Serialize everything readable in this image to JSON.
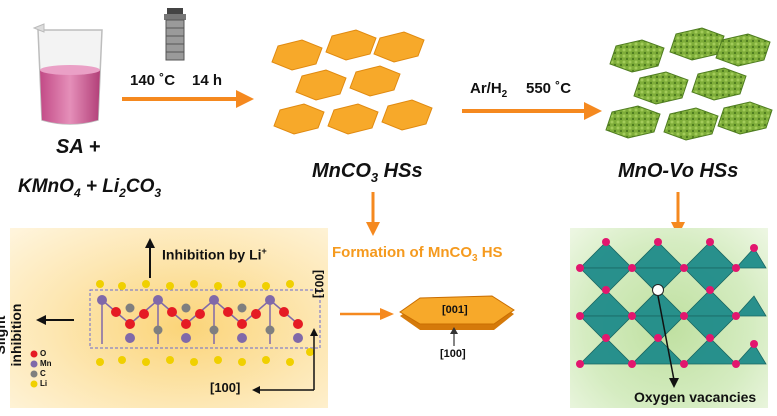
{
  "colors": {
    "arrow_orange": "#f5891f",
    "hex_orange": "#f7a92a",
    "hex_green": "#7fae3a",
    "panel_left_bg": "#fde7b3",
    "panel_right_bg": "#d5ecc1",
    "formation_text": "#f59a1e",
    "teal": "#1f8c8a",
    "magenta": "#e2166e",
    "oxygen": "#e51b24",
    "manganese": "#8069a9",
    "carbon": "#7f7f7f",
    "lithium": "#f0d000"
  },
  "labels": {
    "sa_line": "SA +",
    "kmno4_k": "KMnO",
    "kmno4_sub": "4",
    "plus": " + Li",
    "li2": "2",
    "co3": "CO",
    "co3_sub": "3",
    "step1_temp": "140 ˚C",
    "step1_time": "14 h",
    "step2_gas": "Ar/H",
    "step2_gas_sub": "2",
    "step2_temp": "550 ˚C",
    "mnco3_a": "MnCO",
    "mnco3_sub": "3",
    "mnco3_b": " HSs",
    "mnovo": "MnO-Vo HSs",
    "formation": "Formation of MnCO",
    "formation_sub": "3",
    "formation_b": " HS",
    "inhibition": "Inhibition by Li",
    "inhibition_sup": "+",
    "slight": "Slight",
    "inhibition2": "inhibition",
    "dir_001_left": "[001]",
    "dir_100_left": "[100]",
    "plate_001": "[001]",
    "plate_100": "[100]",
    "oxygen_vac": "Oxygen vacancies"
  },
  "legend": [
    {
      "label": "O",
      "color": "#e51b24"
    },
    {
      "label": "Mn",
      "color": "#8069a9"
    },
    {
      "label": "C",
      "color": "#7f7f7f"
    },
    {
      "label": "Li",
      "color": "#f0d000"
    }
  ]
}
